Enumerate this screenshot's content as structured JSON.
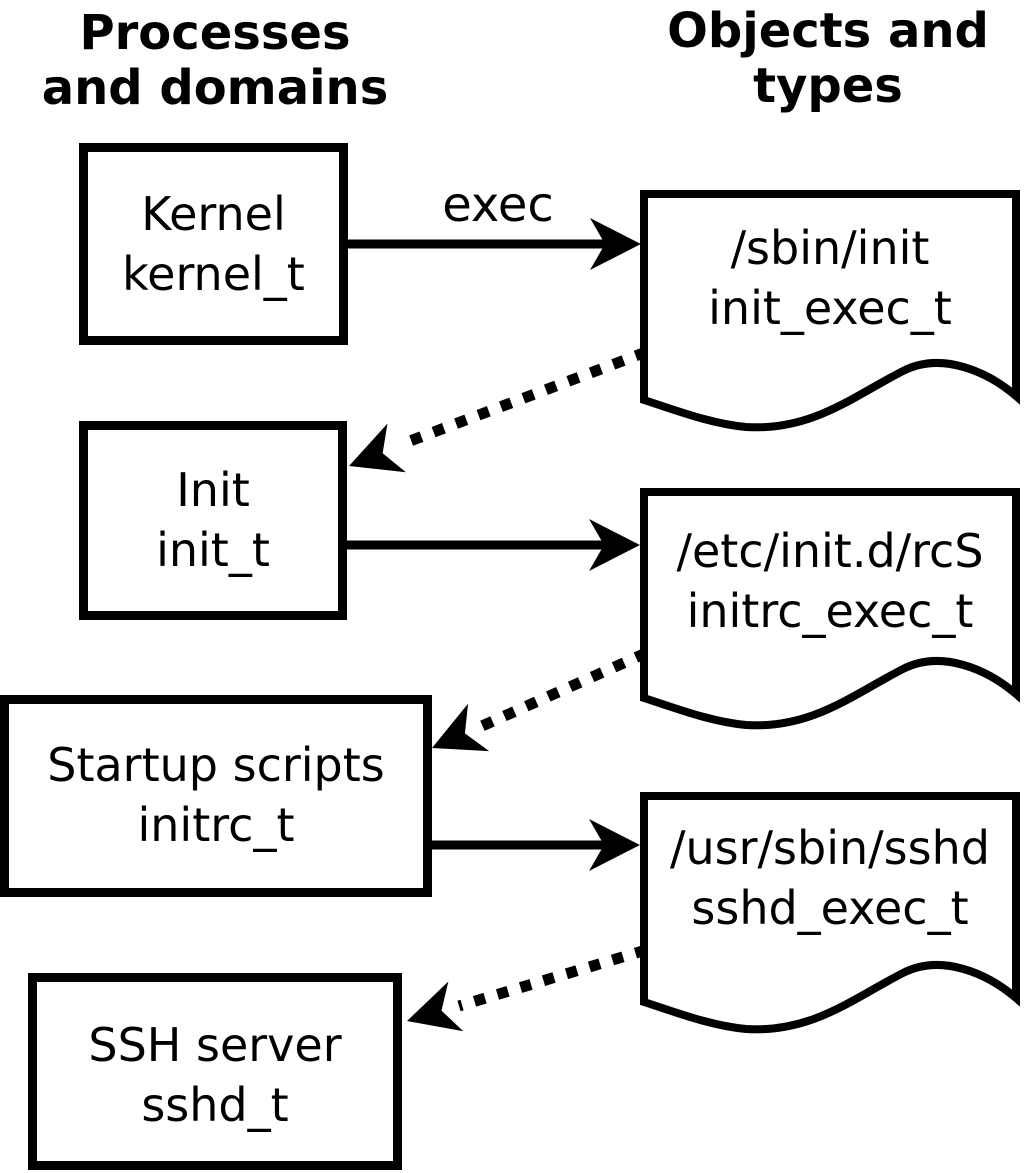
{
  "diagram": {
    "columns": {
      "left_title_line1": "Processes",
      "left_title_line2": "and domains",
      "right_title_line1": "Objects and",
      "right_title_line2": "types"
    },
    "processes": [
      {
        "name": "Kernel",
        "domain": "kernel_t"
      },
      {
        "name": "Init",
        "domain": "init_t"
      },
      {
        "name": "Startup scripts",
        "domain": "initrc_t"
      },
      {
        "name": "SSH server",
        "domain": "sshd_t"
      }
    ],
    "objects": [
      {
        "path": "/sbin/init",
        "type": "init_exec_t"
      },
      {
        "path": "/etc/init.d/rcS",
        "type": "initrc_exec_t"
      },
      {
        "path": "/usr/sbin/sshd",
        "type": "sshd_exec_t"
      }
    ],
    "edges": {
      "exec_label": "exec"
    },
    "colors": {
      "foreground": "#000000",
      "background": "#ffffff"
    }
  }
}
